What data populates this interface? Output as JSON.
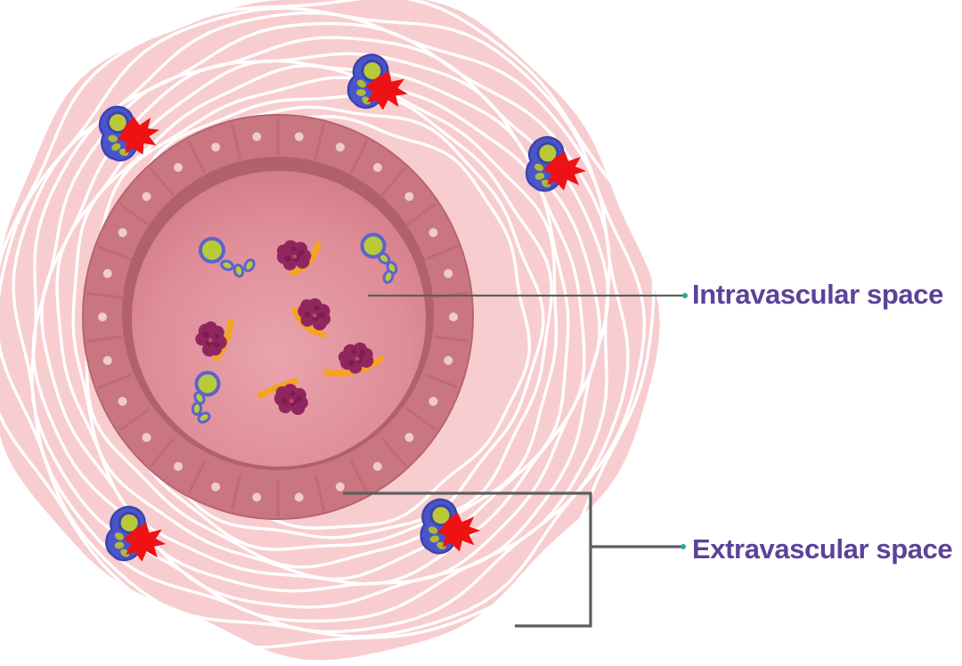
{
  "diagram": {
    "title": "Blood vessel cross-section: intravascular vs extravascular space",
    "labels": {
      "intravascular": "Intravascular space",
      "extravascular": "Extravascular space"
    },
    "colors": {
      "background": "#ffffff",
      "label_text": "#5c4299",
      "leader_line": "#5e5e5e",
      "leader_tip": "#2aa79b",
      "tissue_pink": "#f8cdcf",
      "tissue_line": "#ffffff",
      "vessel_wall": "#ca7681",
      "vessel_wall_edge": "#b56472",
      "vessel_inner_shadow": "#b25f6e",
      "lumen_center": "#e9a4ac",
      "lumen_mid": "#df8d98",
      "lumen_edge": "#c9717f",
      "endothelial_dot": "#eed0d2",
      "platelet": "#91265f",
      "platelet_dark": "#7a1d50",
      "platelet_spot": "#c84a5e",
      "fibrin_orange": "#f6a41f",
      "bacteria_green": "#bac938",
      "bacteria_outline": "#5c63cf",
      "neutrophil_blue": "#4a55c9",
      "neutrophil_edge": "#3b44ad",
      "rbc_red": "#ee1215",
      "engulfed_olive": "#aeb93a"
    },
    "entities": [
      {
        "name": "perivascular-tissue-rings",
        "count": 12
      },
      {
        "name": "vessel-wall",
        "count": 1
      },
      {
        "name": "endothelial-dot",
        "count": 26
      },
      {
        "name": "platelet-aggregate",
        "count": 5
      },
      {
        "name": "fibrin-strand",
        "count": 5
      },
      {
        "name": "bacterium-chain",
        "count": 3
      },
      {
        "name": "immune-cell-cluster",
        "count": 5
      },
      {
        "name": "red-cell-fragment",
        "count": 5
      }
    ]
  }
}
